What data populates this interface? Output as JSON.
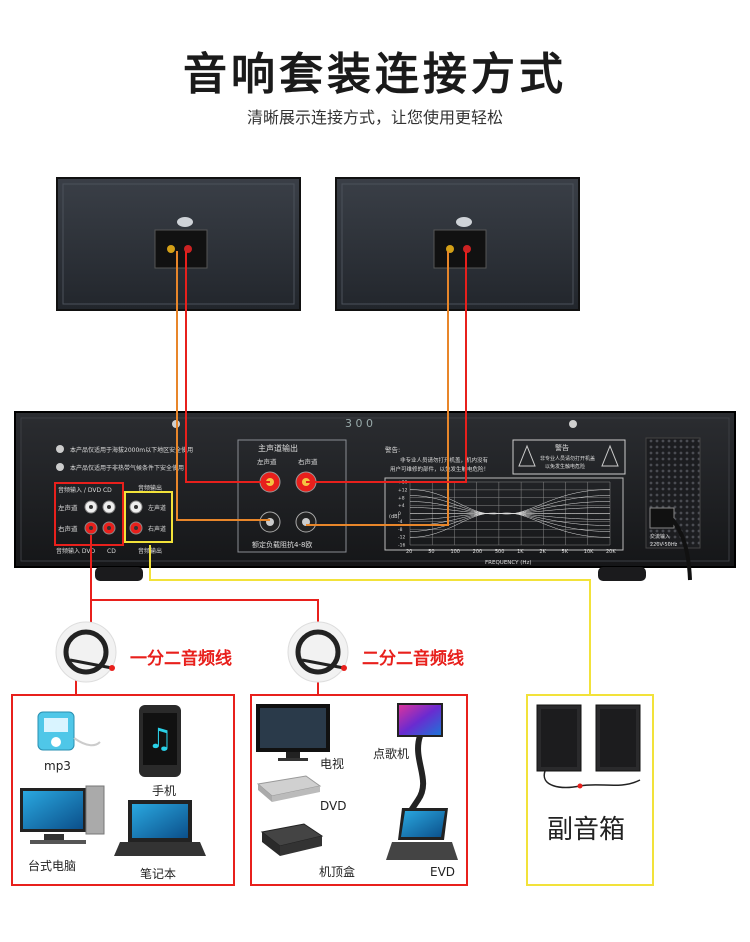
{
  "title": "音响套装连接方式",
  "subtitle": "清晰展示连接方式，让您使用更轻松",
  "amplifier": {
    "display": "3 0 0",
    "notice_line1": "本产品仅适用于海拔2000m以下地区安全使用",
    "notice_line2": "本产品仅适用于非热带气候条件下安全使用",
    "input_header": "音频输入 / DVD  CD",
    "input_left": "左声道",
    "input_right": "右声道",
    "input_footer_1": "音频输入 DVD",
    "input_footer_2": "CD",
    "output_header": "音频输出",
    "output_left": "左声道",
    "output_right": "右声道",
    "output_footer": "音频输出",
    "main_output_title": "主声道输出",
    "main_left": "左声道",
    "main_right": "右声道",
    "impedance": "额定负载阻抗4-8欧",
    "warning_title": "警告:",
    "warning_text_1": "非专业人员请勿打开机盖，机内没有",
    "warning_text_2": "用户可维修的部件，以免发生触电危险！",
    "caution_title": "警告",
    "caution_text_1": "非专业人员请勿打开机盖",
    "caution_text_2": "以免发生触电危险",
    "eq_axis_label": "FREQUENCY (Hz)",
    "eq_db_label": "(dB)",
    "eq_ticks": [
      "20",
      "50",
      "100",
      "200",
      "500",
      "1K",
      "2K",
      "5K",
      "10K",
      "20K"
    ],
    "eq_db_ticks": [
      "+16",
      "+12",
      "+8",
      "+4",
      "0",
      "-4",
      "-8",
      "-12",
      "-16"
    ],
    "power_label_1": "交流输入",
    "power_label_2": "220V-50Hz"
  },
  "cable_labels": [
    "一分二音频线",
    "二分二音频线"
  ],
  "devices_left": [
    "mp3",
    "手机",
    "台式电脑",
    "笔记本"
  ],
  "devices_middle": [
    "电视",
    "点歌机",
    "DVD",
    "机顶盒",
    "EVD"
  ],
  "subwoofer_label": "副音箱",
  "colors": {
    "red": "#e8201c",
    "yellow": "#f2e23a",
    "orange": "#e8862a"
  }
}
